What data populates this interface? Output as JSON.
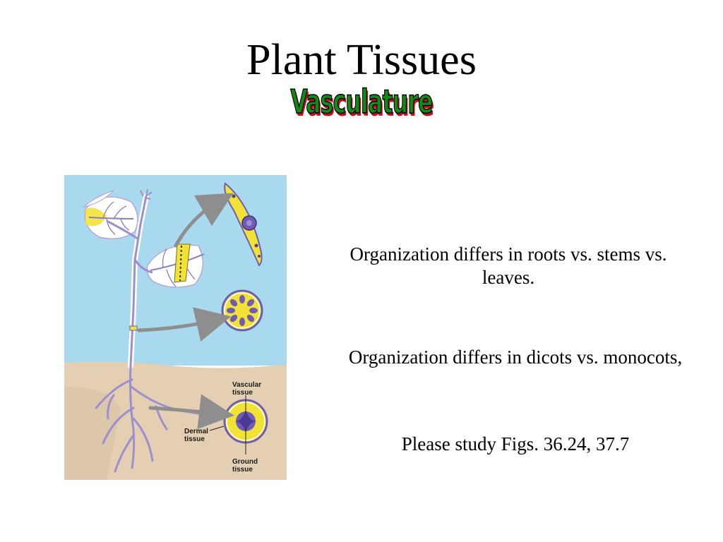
{
  "slide": {
    "title": "Plant Tissues",
    "subtitle": "Vasculature"
  },
  "body": {
    "paragraph1": "Organization differs in roots vs. stems vs. leaves.",
    "paragraph2": "Organization differs in dicots vs. monocots,",
    "paragraph3": "Please study Figs. 36.24, 37.7"
  },
  "figure": {
    "labels": {
      "vascular": [
        "Vascular",
        "tissue"
      ],
      "dermal": [
        "Dermal",
        "tissue"
      ],
      "ground": [
        "Ground",
        "tissue"
      ]
    }
  },
  "colors": {
    "sky": "#a9d9ef",
    "soil": "#e4cfb3",
    "vascular": "#6f5db3",
    "ground_tissue": "#f3e236",
    "subtitle_fill": "#148a14",
    "subtitle_shadow": "#c8101a"
  }
}
